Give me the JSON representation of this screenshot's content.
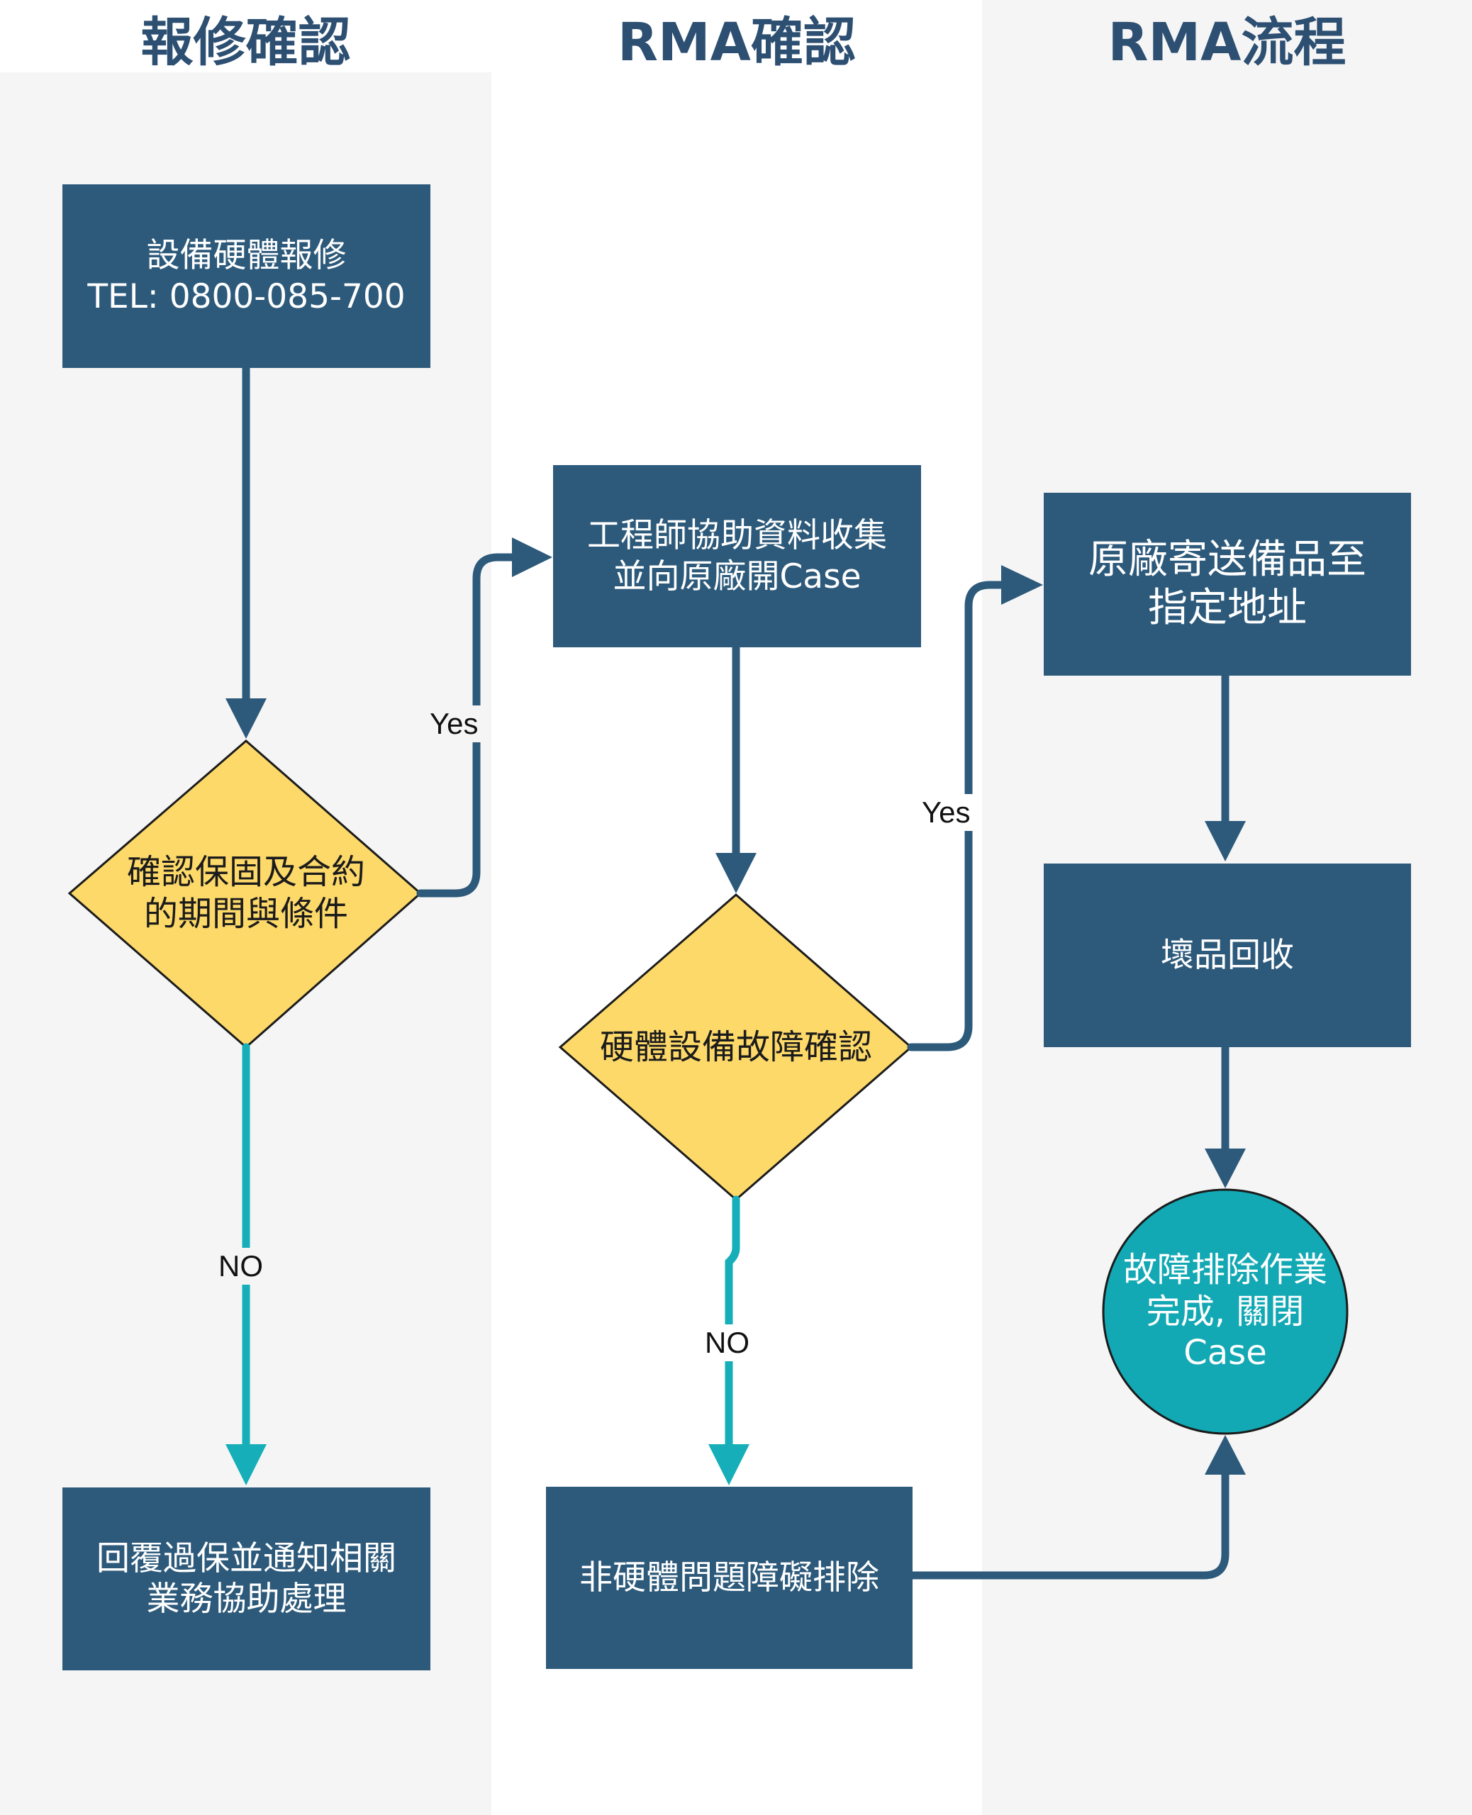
{
  "lanes": [
    {
      "title": "報修確認"
    },
    {
      "title": "RMA確認"
    },
    {
      "title": "RMA流程"
    }
  ],
  "nodes": {
    "report": "設備硬體報修\nTEL: 0800-085-700",
    "warranty_check": "確認保固及合約\n的期間與條件",
    "expired_reply": "回覆過保並通知相關\n業務協助處理",
    "engineer_collect": "工程師協助資料收集\n並向原廠開Case",
    "hardware_check": "硬體設備故障確認",
    "non_hardware": "非硬體問題障礙排除",
    "ship_spare": "原廠寄送備品至\n指定地址",
    "return_bad": "壞品回收",
    "done": "故障排除作業\n完成, 關閉\nCase"
  },
  "edge_labels": {
    "yes": "Yes",
    "no": "NO"
  },
  "colors": {
    "box": "#2d5a7b",
    "diamond": "#fdd96a",
    "circle": "#12a8b4",
    "arrow_dark": "#2d5a7b",
    "arrow_teal": "#16aeb9",
    "title": "#2d4f72"
  }
}
